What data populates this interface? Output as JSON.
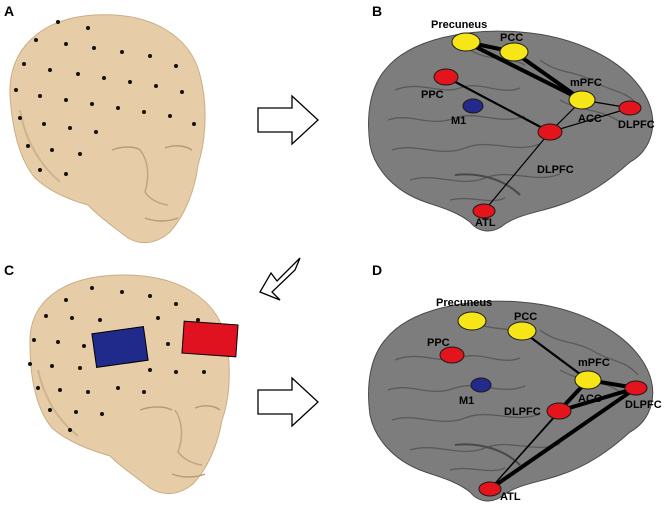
{
  "panels": [
    {
      "letter": "A"
    },
    {
      "letter": "B"
    },
    {
      "letter": "C"
    },
    {
      "letter": "D"
    }
  ],
  "colors": {
    "default_mode_node": "#f7e617",
    "task_positive_node": "#e3141c",
    "motor_node": "#232a8c",
    "stim_blue": "#1f2a8a",
    "stim_red": "#e1121f",
    "skin": "#e8d0ad",
    "brain": "#7d7d7d"
  },
  "network_b": {
    "nodes": [
      {
        "id": "precuneus",
        "label": "Precuneus",
        "type": "default_mode_node"
      },
      {
        "id": "pcc",
        "label": "PCC",
        "type": "default_mode_node"
      },
      {
        "id": "mpfc",
        "label": "mPFC",
        "type": "default_mode_node"
      },
      {
        "id": "acc",
        "label": "ACC",
        "type": "default_mode_node"
      },
      {
        "id": "ppc",
        "label": "PPC",
        "type": "task_positive_node"
      },
      {
        "id": "m1",
        "label": "M1",
        "type": "motor_node"
      },
      {
        "id": "dlpfc_front",
        "label": "DLPFC",
        "type": "task_positive_node"
      },
      {
        "id": "dlpfc_lat",
        "label": "DLPFC",
        "type": "task_positive_node"
      },
      {
        "id": "atl",
        "label": "ATL",
        "type": "task_positive_node"
      }
    ]
  },
  "network_d": {
    "nodes": [
      {
        "id": "precuneus",
        "label": "Precuneus",
        "type": "default_mode_node"
      },
      {
        "id": "pcc",
        "label": "PCC",
        "type": "default_mode_node"
      },
      {
        "id": "mpfc",
        "label": "mPFC",
        "type": "default_mode_node"
      },
      {
        "id": "acc",
        "label": "ACC",
        "type": "default_mode_node"
      },
      {
        "id": "ppc",
        "label": "PPC",
        "type": "task_positive_node"
      },
      {
        "id": "m1",
        "label": "M1",
        "type": "motor_node"
      },
      {
        "id": "dlpfc_lat",
        "label": "DLPFC",
        "type": "task_positive_node"
      },
      {
        "id": "dlpfc_front",
        "label": "DLPFC",
        "type": "task_positive_node"
      },
      {
        "id": "atl",
        "label": "ATL",
        "type": "task_positive_node"
      }
    ]
  },
  "arrows": [
    {
      "id": "a-to-b",
      "direction": "right"
    },
    {
      "id": "b-to-c",
      "direction": "down-left"
    },
    {
      "id": "c-to-d",
      "direction": "right"
    }
  ]
}
